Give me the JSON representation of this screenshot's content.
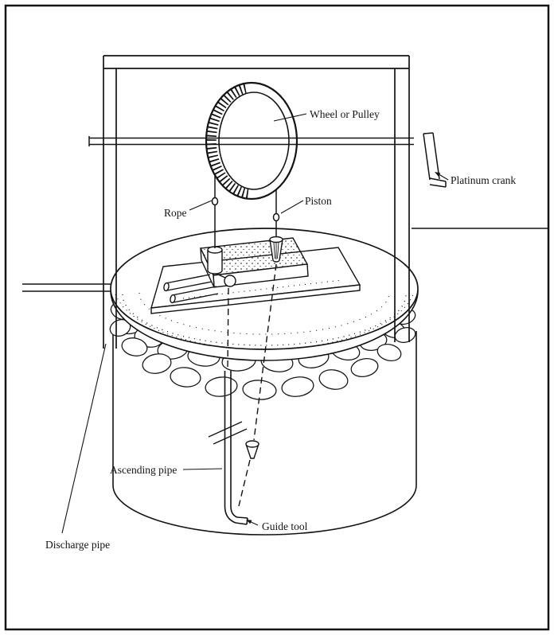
{
  "colors": {
    "ink": "#141414",
    "paper": "#ffffff"
  },
  "labels": {
    "wheel": "Wheel or Pulley",
    "crank": "Platinum crank",
    "rope": "Rope",
    "piston": "Piston",
    "ascending_pipe": "Ascending pipe",
    "guide_tool": "Guide tool",
    "discharge_pipe": "Discharge pipe"
  }
}
